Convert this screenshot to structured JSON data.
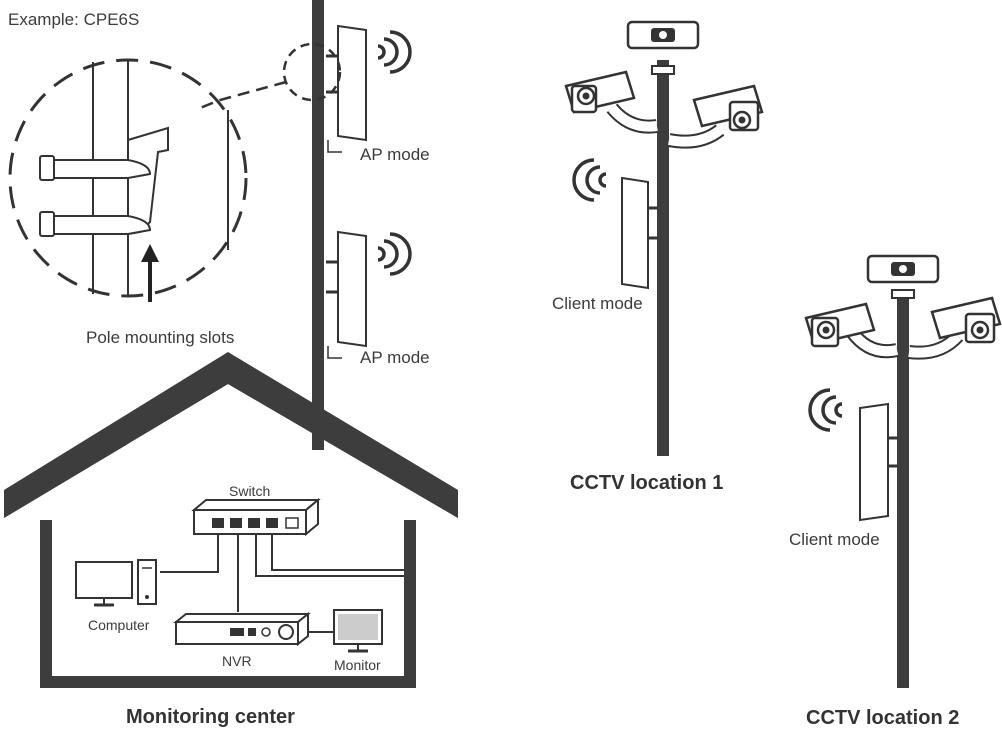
{
  "diagram": {
    "caption": "Example: CPE6S",
    "detail_callout": {
      "label": "Pole mounting slots"
    },
    "monitoring_side": {
      "pole_devices": [
        {
          "mode_label": "AP mode"
        },
        {
          "mode_label": "AP mode"
        }
      ],
      "building": {
        "title": "Monitoring center",
        "devices": {
          "switch": "Switch",
          "computer": "Computer",
          "nvr": "NVR",
          "monitor": "Monitor"
        }
      }
    },
    "cctv_locations": [
      {
        "title": "CCTV location 1",
        "mode_label": "Client mode"
      },
      {
        "title": "CCTV location 2",
        "mode_label": "Client mode"
      }
    ],
    "colors": {
      "line": "#3a3a3a",
      "pole": "#3d3d3d",
      "device_fill": "#ffffff",
      "wall": "#3d3d3d"
    }
  }
}
